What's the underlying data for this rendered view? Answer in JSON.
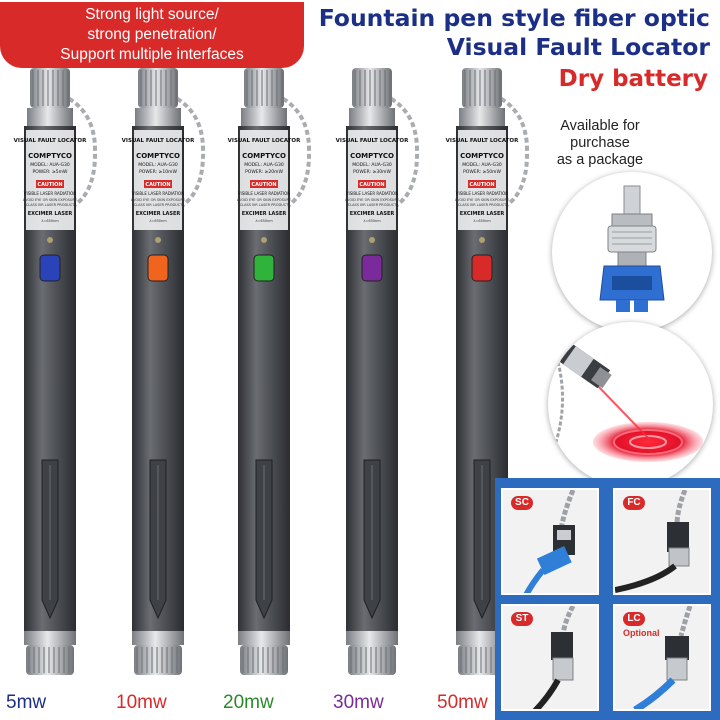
{
  "badge": {
    "line1": "Strong light source/",
    "line2": "strong penetration/",
    "line3": "Support multiple interfaces"
  },
  "title": {
    "line1": "Fountain pen style fiber optic",
    "line2": "Visual Fault Locator"
  },
  "subtitle": "Dry battery",
  "package_note": {
    "line1": "Available for",
    "line2": "purchase",
    "line3": "as a package"
  },
  "pens": [
    {
      "label": "5mw",
      "button_color": "#2a43b8",
      "label_color": "#1b2f86",
      "power": "POWER: ≥5mW"
    },
    {
      "label": "10mw",
      "button_color": "#f0641e",
      "label_color": "#d92a2a",
      "power": "POWER: ≥10mW"
    },
    {
      "label": "20mw",
      "button_color": "#2fb33a",
      "label_color": "#2a8a2a",
      "power": "POWER: ≥20mW"
    },
    {
      "label": "30mw",
      "button_color": "#7a2a9a",
      "label_color": "#7a2a9a",
      "power": "POWER: ≥30mW"
    },
    {
      "label": "50mw",
      "button_color": "#d92a2a",
      "label_color": "#d92a2a",
      "power": "POWER: ≥50mW"
    }
  ],
  "pen_text": {
    "header": "VISUAL FAULT LOCATOR",
    "brand": "COMPTYCO",
    "model": "MODEL: AUA-G30",
    "caution": "CAUTION",
    "warning": "VISIBLE LASER RADIATION",
    "fine1": "AVOID EYE OR SKIN EXPOSURE",
    "fine2": "CLASS IIIR LASER PRODUCT",
    "laser": "EXCIMER LASER",
    "fine3": "λ=650nm"
  },
  "connectors": {
    "sc": "SC",
    "fc": "FC",
    "st": "ST",
    "lc": "LC",
    "optional": "Optional"
  },
  "colors": {
    "accent_red": "#d92a2a",
    "title_blue": "#1b2f86",
    "panel_blue": "#2d6bbf",
    "pen_body": "#4a4d52"
  }
}
